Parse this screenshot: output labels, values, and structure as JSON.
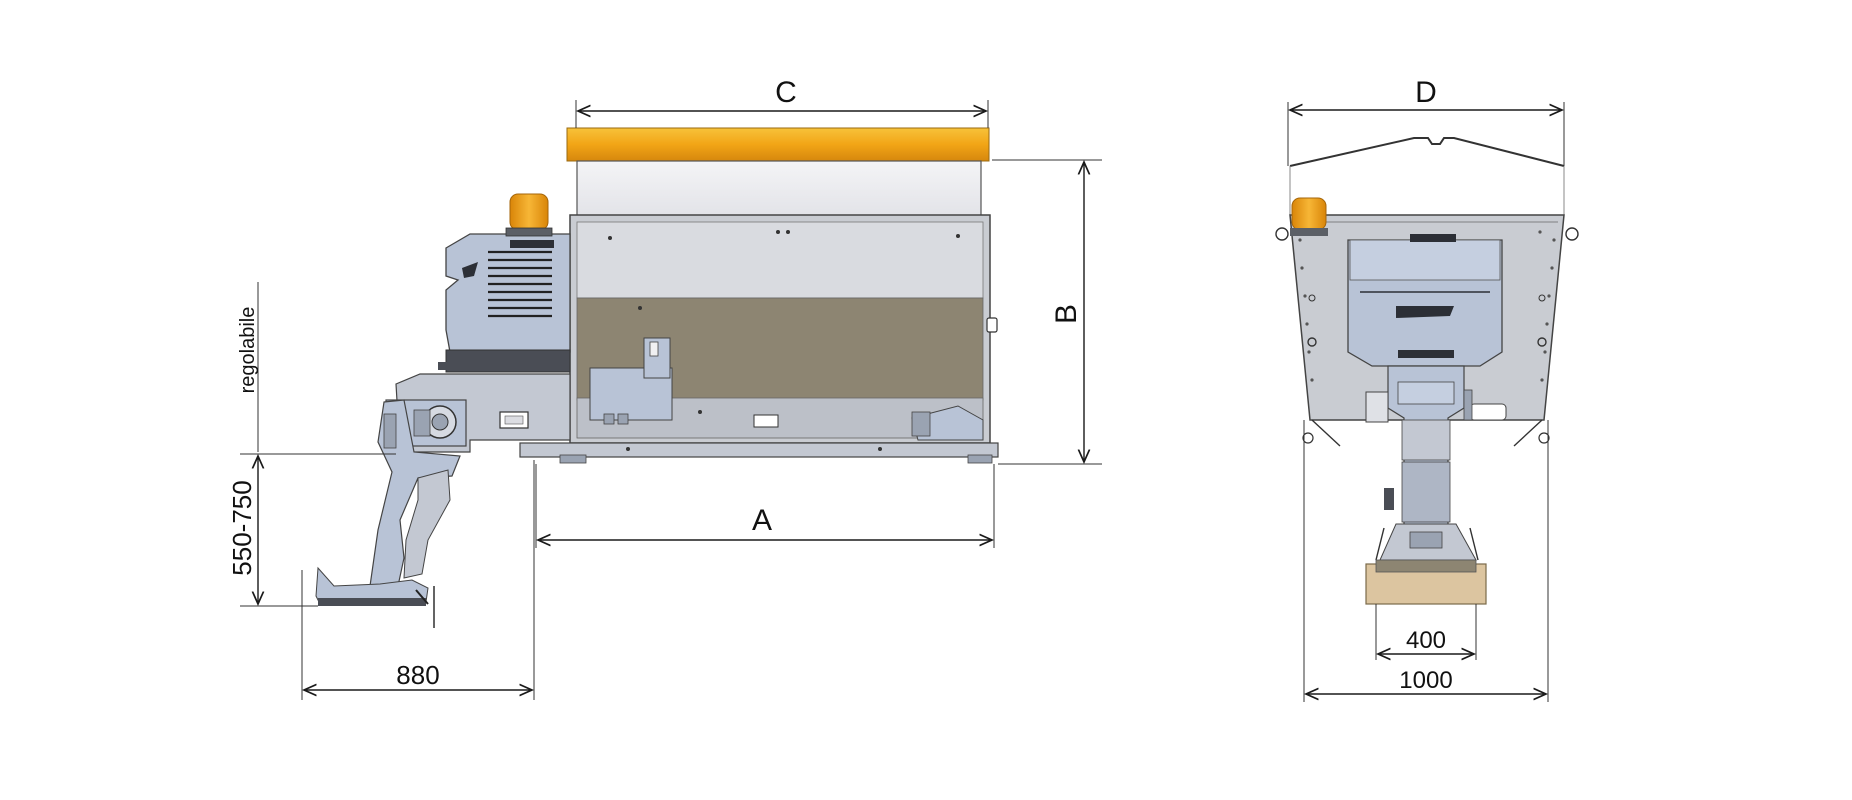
{
  "side_view": {
    "dim_c": "C",
    "dim_b": "B",
    "dim_a": "A",
    "dim_height_range": "550-750",
    "dim_adjustable": "regolabile",
    "dim_width_880": "880"
  },
  "rear_view": {
    "dim_d": "D",
    "dim_400": "400",
    "dim_1000": "1000"
  },
  "colors": {
    "body_gray": "#c9ccd2",
    "blue_gray": "#b8c3d6",
    "hopper_brown": "#8d8572",
    "lid_orange": "#f2a516",
    "beacon_orange": "#f29c11",
    "wood": "#dcc5a0"
  }
}
